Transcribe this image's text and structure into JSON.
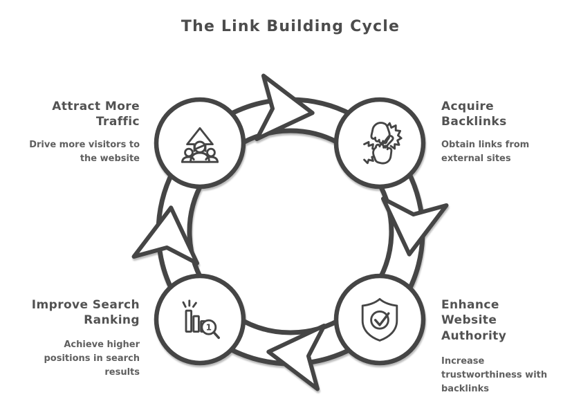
{
  "title": "The Link Building Cycle",
  "colors": {
    "outline": "#454545",
    "title_text": "#4c4c4c",
    "heading_text": "#525252",
    "body_text": "#5f5f5f",
    "shape_fill": "#ffffff",
    "background": "#ffffff"
  },
  "cycle": {
    "direction": "clockwise",
    "nodes": [
      {
        "position": "top-left",
        "heading": "Attract More Traffic",
        "description": "Drive more visitors to the website",
        "icon": "audience-growth-icon"
      },
      {
        "position": "top-right",
        "heading": "Acquire Backlinks",
        "description": "Obtain links from external sites",
        "icon": "collaboration-hands-icon"
      },
      {
        "position": "bottom-right",
        "heading": "Enhance Website Authority",
        "description": "Increase trustworthiness with backlinks",
        "icon": "shield-check-icon"
      },
      {
        "position": "bottom-left",
        "heading": "Improve Search Ranking",
        "description": "Achieve higher positions in search results",
        "icon": "ranking-chart-magnifier-icon"
      }
    ],
    "rank_badge": "1"
  }
}
